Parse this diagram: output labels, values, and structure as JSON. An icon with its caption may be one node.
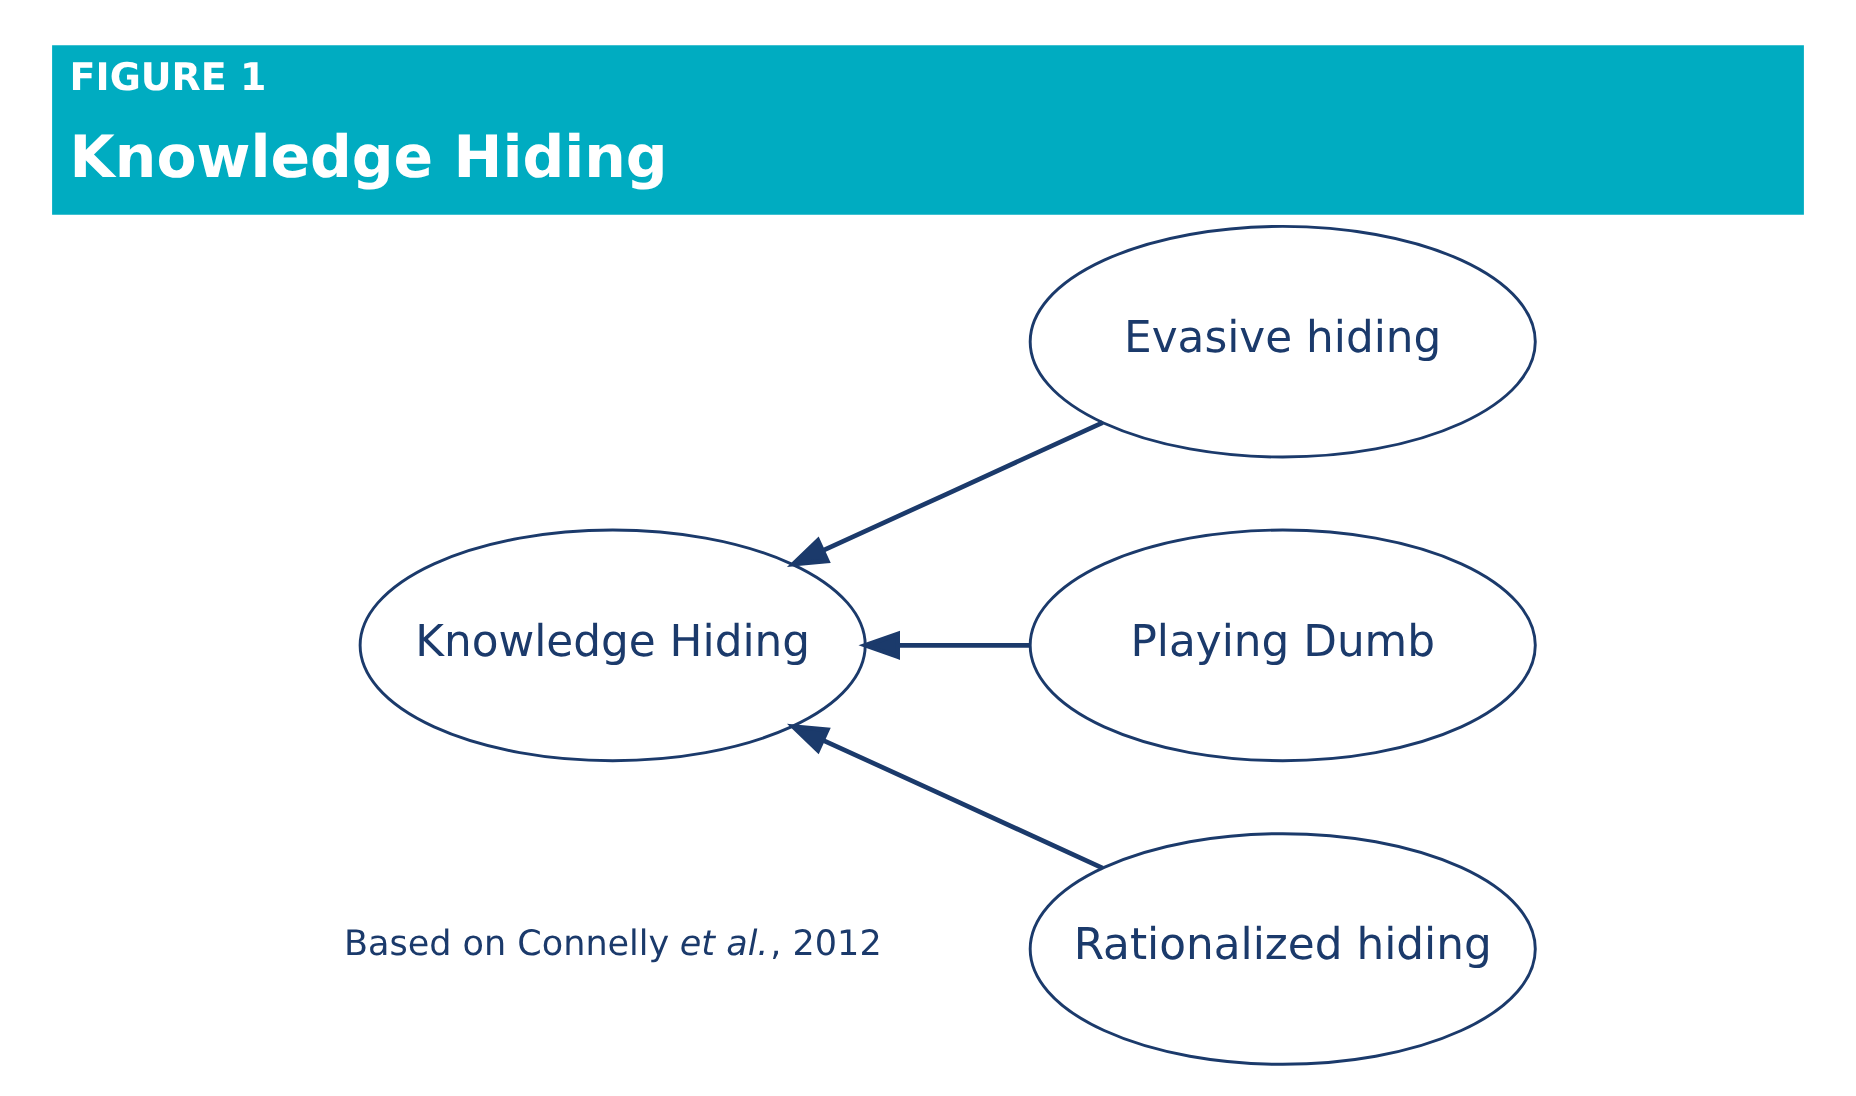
{
  "diagram": {
    "title": "Knowledge Hiding",
    "caption": "Based on Connelly *et al.*, 2012",
    "labels": [
      "FIGURE 1"
    ],
    "nodes": [
      {
        "text": [
          "Knowledge Hiding"
        ]
      },
      {
        "text": [
          "Evasive hiding"
        ]
      },
      {
        "text": [
          "Playing Dumb"
        ]
      },
      {
        "text": [
          "Rationalized hiding"
        ]
      }
    ],
    "edges": [
      {
        "from": 1,
        "to": 0,
        "arrow": "to"
      },
      {
        "from": 2,
        "to": 0,
        "arrow": "to"
      },
      {
        "from": 3,
        "to": 0,
        "arrow": "to"
      }
    ]
  }
}
